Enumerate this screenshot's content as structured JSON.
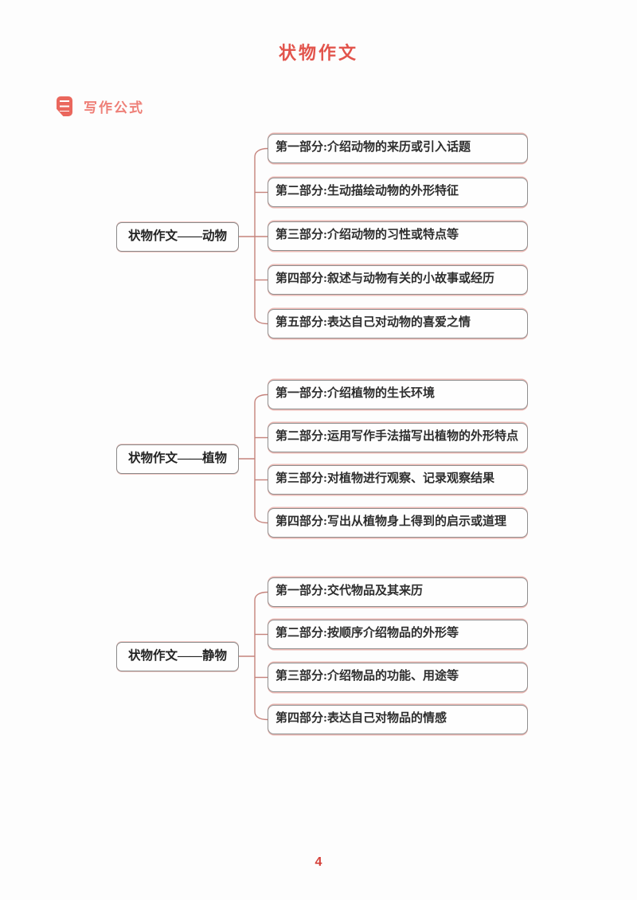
{
  "page": {
    "title": "状物作文",
    "section_heading": "写作公式",
    "page_number": "4"
  },
  "icons": {
    "heading_icon": "memo-icon"
  },
  "colors": {
    "title_red": "#e2544c",
    "heading_pink": "#ee7f77",
    "icon_red": "#ea675d",
    "connector_pink": "#c5837c",
    "box_border_gray": "#8f8f8f",
    "box_border_red_fringe": "#d8665c",
    "body_text": "#2e2e2e",
    "page_number_red": "#d5413a"
  },
  "diagrams": [
    {
      "root": "状物作文——动物",
      "branches": [
        "第一部分:介绍动物的来历或引入话题",
        "第二部分:生动描绘动物的外形特征",
        "第三部分:介绍动物的习性或特点等",
        "第四部分:叙述与动物有关的小故事或经历",
        "第五部分:表达自己对动物的喜爱之情"
      ]
    },
    {
      "root": "状物作文——植物",
      "branches": [
        "第一部分:介绍植物的生长环境",
        "第二部分:运用写作手法描写出植物的外形特点",
        "第三部分:对植物进行观察、记录观察结果",
        "第四部分:写出从植物身上得到的启示或道理"
      ]
    },
    {
      "root": "状物作文——静物",
      "branches": [
        "第一部分:交代物品及其来历",
        "第二部分:按顺序介绍物品的外形等",
        "第三部分:介绍物品的功能、用途等",
        "第四部分:表达自己对物品的情感"
      ]
    }
  ]
}
